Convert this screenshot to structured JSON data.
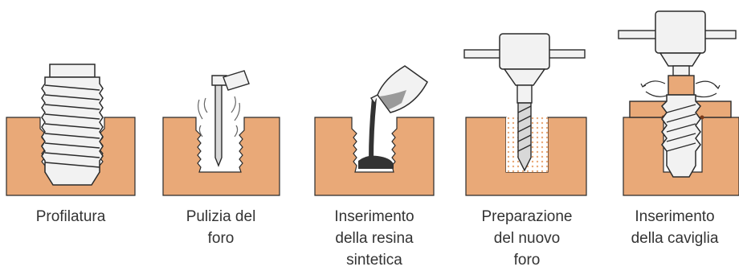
{
  "colors": {
    "wood": "#E9A978",
    "outline": "#2b2b2b",
    "metal": "#f2f2f2",
    "resin": "#333333",
    "plug": "#E9A978"
  },
  "steps": [
    {
      "icon": "threaded-insert-icon",
      "caption": [
        "Profilatura"
      ]
    },
    {
      "icon": "cleaning-nozzle-icon",
      "caption": [
        "Pulizia del",
        "foro"
      ]
    },
    {
      "icon": "resin-pour-icon",
      "caption": [
        "Inserimento",
        "della resina",
        "sintetica"
      ]
    },
    {
      "icon": "drill-bit-icon",
      "caption": [
        "Preparazione",
        "del nuovo",
        "foro"
      ]
    },
    {
      "icon": "dowel-insertion-icon",
      "caption": [
        "Inserimento",
        "della caviglia"
      ]
    }
  ]
}
